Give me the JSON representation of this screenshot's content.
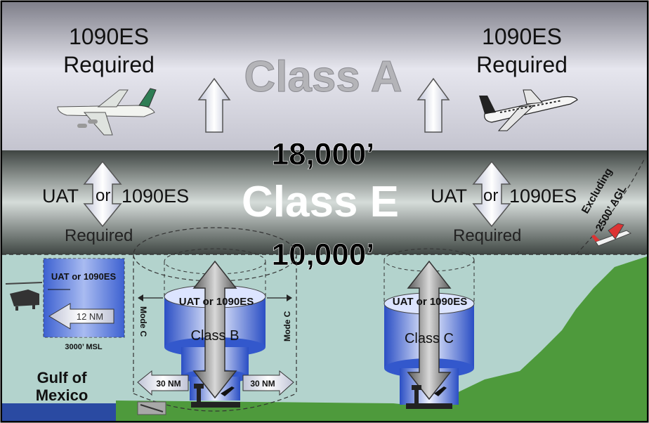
{
  "class_a": {
    "left_line1": "1090ES",
    "left_line2": "Required",
    "right_line1": "1090ES",
    "right_line2": "Required",
    "title": "Class A"
  },
  "altitudes": {
    "upper": "18,000’",
    "lower": "10,000’"
  },
  "class_e": {
    "title": "Class E",
    "left_uat": "UAT",
    "left_or": "or",
    "left_1090": "1090ES",
    "left_required": "Required",
    "right_uat": "UAT",
    "right_or": "or",
    "right_1090": "1090ES",
    "right_required": "Required",
    "excluding_line1": "Excluding",
    "excluding_line2": "2500’ AGL"
  },
  "gulf": {
    "box_label": "UAT or 1090ES",
    "nm_label": "12 NM",
    "msl_label": "3000’ MSL",
    "gulf_line1": "Gulf of",
    "gulf_line2": "Mexico"
  },
  "class_b": {
    "uat_label": "UAT or 1090ES",
    "title": "Class B",
    "mode_c_left": "Mode C",
    "mode_c_right": "Mode C",
    "left_nm": "30 NM",
    "right_nm": "30 NM"
  },
  "class_c": {
    "uat_label": "UAT or 1090ES",
    "title": "Class C"
  },
  "colors": {
    "class_a_band": "#c9c9d6",
    "class_e_band": "#7d8884",
    "water": "#b3d3cd",
    "land": "#4e9a3c",
    "cylinder_blue": "#3b63d6",
    "arrow_grey": "#8a8a8a"
  }
}
